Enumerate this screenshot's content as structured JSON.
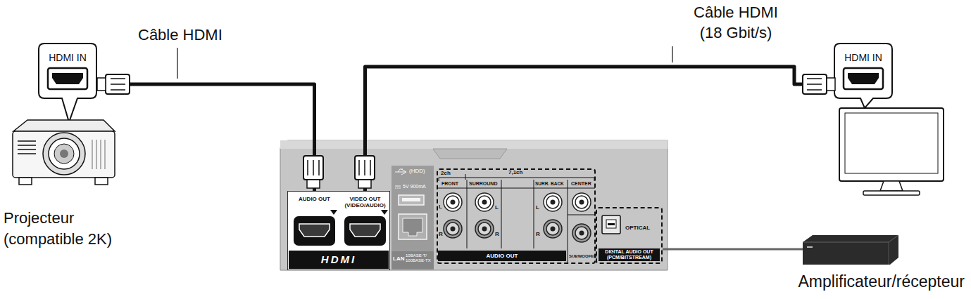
{
  "diagram": {
    "nodes": [
      {
        "text": [
          "HDMI IN"
        ]
      },
      {
        "text": [
          "Projecteur (compatible 2K)"
        ]
      },
      {
        "text": [
          "HDMI"
        ]
      },
      {
        "text": [
          "AUDIO OUT"
        ],
        "in": 2
      },
      {
        "text": [
          "VIDEO OUT (VIDEO/AUDIO)"
        ],
        "in": 2
      },
      {
        "text": [
          "AUDIO OUT"
        ]
      },
      {
        "text": [
          "OPTICAL",
          "DIGITAL AUDIO OUT (PCM/BITSTREAM)"
        ]
      },
      {
        "text": [
          "HDMI IN"
        ]
      },
      {
        "text": [
          "Amplificateur/récepteur"
        ]
      }
    ],
    "edges": [
      {
        "from": 3,
        "to": 0,
        "label": "Câble HDMI",
        "arrow": "none"
      },
      {
        "from": 4,
        "to": 7,
        "label": "Câble HDMI (18 Gbit/s)",
        "arrow": "none"
      },
      {
        "from": 6,
        "to": 8,
        "arrow": "none"
      }
    ],
    "labels": [
      "(HDD)",
      "5V 900mA",
      "LAN",
      "10BASE-T/ 100BASE-TX",
      "2ch",
      "7,1ch",
      "FRONT",
      "SURROUND",
      "SURR. BACK",
      "CENTER",
      "L",
      "R",
      "L",
      "R",
      "L",
      "R",
      "SUBWOOFER"
    ]
  }
}
